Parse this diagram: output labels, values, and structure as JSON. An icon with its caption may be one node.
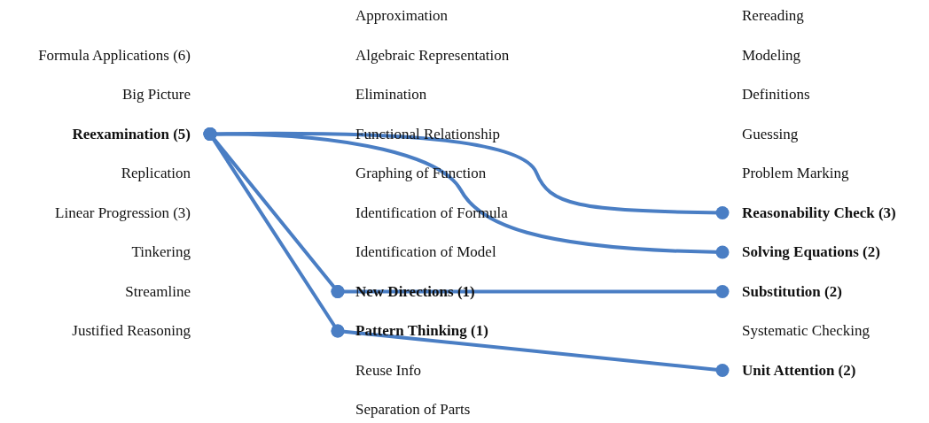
{
  "diagram": {
    "nodes": [
      {
        "text": [
          "Formula Applications (6)"
        ]
      },
      {
        "text": [
          "Big Picture"
        ]
      },
      {
        "text": [
          "Reexamination (5)"
        ]
      },
      {
        "text": [
          "Replication"
        ]
      },
      {
        "text": [
          "Linear Progression (3)"
        ]
      },
      {
        "text": [
          "Tinkering"
        ]
      },
      {
        "text": [
          "Streamline"
        ]
      },
      {
        "text": [
          "Justified Reasoning"
        ]
      },
      {
        "text": [
          "Approximation"
        ]
      },
      {
        "text": [
          "Algebraic Representation"
        ]
      },
      {
        "text": [
          "Elimination"
        ]
      },
      {
        "text": [
          "Functional Relationship"
        ]
      },
      {
        "text": [
          "Graphing of Function"
        ]
      },
      {
        "text": [
          "Identification of Formula"
        ]
      },
      {
        "text": [
          "Identification of Model"
        ]
      },
      {
        "text": [
          "New Directions (1)"
        ]
      },
      {
        "text": [
          "Pattern Thinking (1)"
        ]
      },
      {
        "text": [
          "Reuse Info"
        ]
      },
      {
        "text": [
          "Separation of Parts"
        ]
      },
      {
        "text": [
          "Rereading"
        ]
      },
      {
        "text": [
          "Modeling"
        ]
      },
      {
        "text": [
          "Definitions"
        ]
      },
      {
        "text": [
          "Guessing"
        ]
      },
      {
        "text": [
          "Problem Marking"
        ]
      },
      {
        "text": [
          "Reasonability Check (3)"
        ]
      },
      {
        "text": [
          "Solving Equations (2)"
        ]
      },
      {
        "text": [
          "Substitution (2)"
        ]
      },
      {
        "text": [
          "Systematic Checking"
        ]
      },
      {
        "text": [
          "Unit Attention (2)"
        ]
      }
    ],
    "edges": [
      {
        "from": 2,
        "to": 24,
        "arrow": "other"
      },
      {
        "from": 2,
        "to": 25,
        "arrow": "other"
      },
      {
        "from": 2,
        "to": 15,
        "arrow": "other"
      },
      {
        "from": 2,
        "to": 16,
        "arrow": "other"
      },
      {
        "from": 15,
        "to": 26,
        "arrow": "other"
      },
      {
        "from": 16,
        "to": 28,
        "arrow": "other"
      }
    ]
  }
}
